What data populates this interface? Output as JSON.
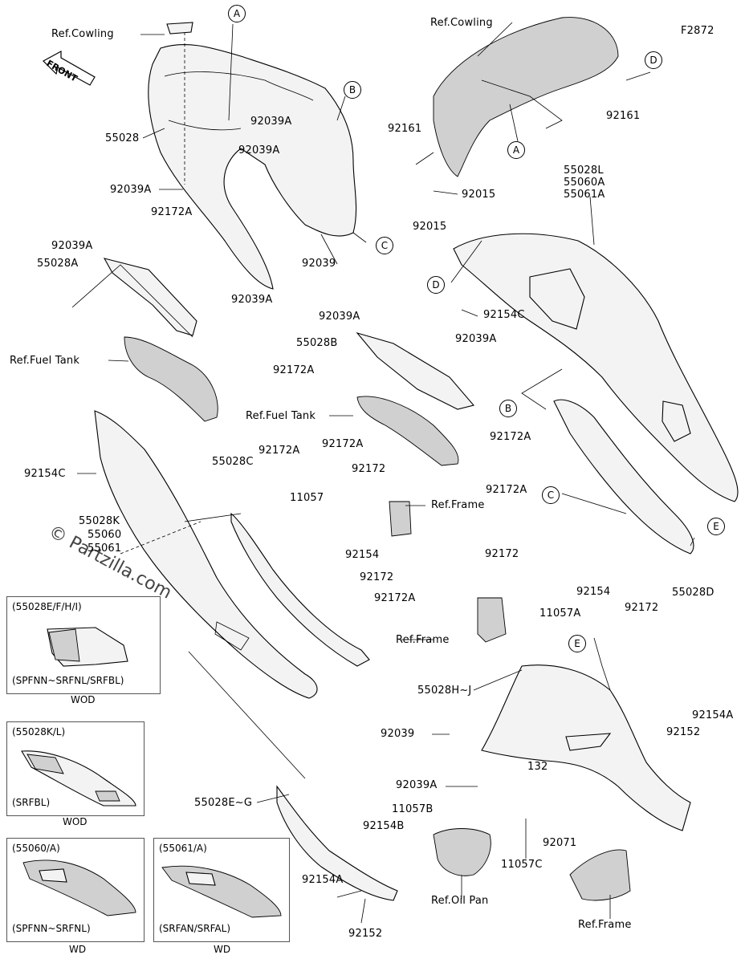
{
  "diagram_code": "F2872",
  "front_label": "FRONT",
  "watermark": "© Partzilla.com",
  "callouts": {
    "A1": "A",
    "A2": "A",
    "B1": "B",
    "B2": "B",
    "C1": "C",
    "C2": "C",
    "D1": "D",
    "D2": "D",
    "E1": "E",
    "E2": "E"
  },
  "labels": {
    "ref_cowling_left": "Ref.Cowling",
    "ref_cowling_right": "Ref.Cowling",
    "p55028": "55028",
    "p92039A_1": "92039A",
    "p92039A_2": "92039A",
    "p92039A_3": "92039A",
    "p92172A_1": "92172A",
    "p92039A_4": "92039A",
    "p55028A": "55028A",
    "p92039A_5": "92039A",
    "p92039": "92039",
    "ref_fuel_tank_left": "Ref.Fuel Tank",
    "p92154C_left": "92154C",
    "p55028K": "55028K",
    "p55060": "55060",
    "p55061": "55061",
    "p92161_left": "92161",
    "p92015_1": "92015",
    "p92015_2": "92015",
    "p92161_right": "92161",
    "p55028L": "55028L",
    "p55060A": "55060A",
    "p55061A": "55061A",
    "p92154C_right": "92154C",
    "p92039A_6": "92039A",
    "p55028B": "55028B",
    "p92039A_7": "92039A",
    "p92172A_2": "92172A",
    "ref_fuel_tank_mid": "Ref.Fuel Tank",
    "p55028C": "55028C",
    "p92172A_3": "92172A",
    "p92172A_4": "92172A",
    "p11057": "11057",
    "p92172_1": "92172",
    "ref_frame_1": "Ref.Frame",
    "p92154_1": "92154",
    "p92172_2": "92172",
    "p92172A_5": "92172A",
    "ref_frame_2": "Ref.Frame",
    "p92172A_6": "92172A",
    "p92172A_7": "92172A",
    "p92172_3": "92172",
    "p92154_2": "92154",
    "p11057A": "11057A",
    "p92172_4": "92172",
    "p55028D": "55028D",
    "p55028HJ": "55028H~J",
    "p92154A_1": "92154A",
    "p92152_1": "92152",
    "p92039_2": "92039",
    "p92039A_8": "92039A",
    "p132": "132",
    "p11057B": "11057B",
    "p92154B": "92154B",
    "p55028EG": "55028E~G",
    "p92071": "92071",
    "p11057C": "11057C",
    "ref_oil_pan": "Ref.Oil Pan",
    "p92154A_2": "92154A",
    "p92152_2": "92152",
    "ref_frame_3": "Ref.Frame"
  },
  "insets": [
    {
      "title": "(55028E/F/H/I)",
      "caption": "(SPFNN~SRFNL/SRFBL)",
      "footer": "WOD"
    },
    {
      "title": "(55028K/L)",
      "caption": "(SRFBL)",
      "footer": "WOD"
    },
    {
      "title": "(55060/A)",
      "caption": "(SPFNN~SRFNL)",
      "footer": "WD"
    },
    {
      "title": "(55061/A)",
      "caption": "(SRFAN/SRFAL)",
      "footer": "WD"
    }
  ]
}
